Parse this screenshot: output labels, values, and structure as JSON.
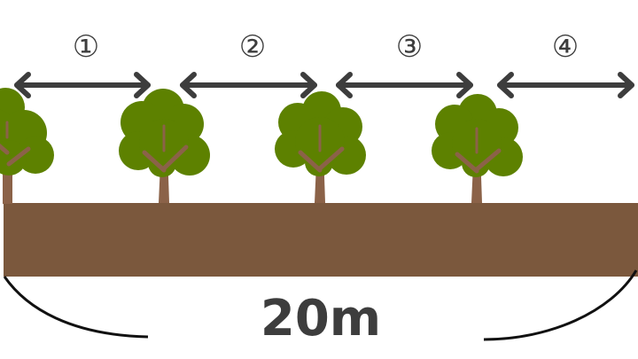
{
  "intervals": [
    {
      "label": "①"
    },
    {
      "label": "②"
    },
    {
      "label": "③"
    },
    {
      "label": "④"
    }
  ],
  "total_length": "20m",
  "colors": {
    "ground": "#7b583d",
    "foliage": "#5d8100",
    "trunk": "#8b6248",
    "arrow": "#3d3d3d",
    "text": "#3d3d3d",
    "brace": "#111111",
    "background": "#ffffff"
  }
}
